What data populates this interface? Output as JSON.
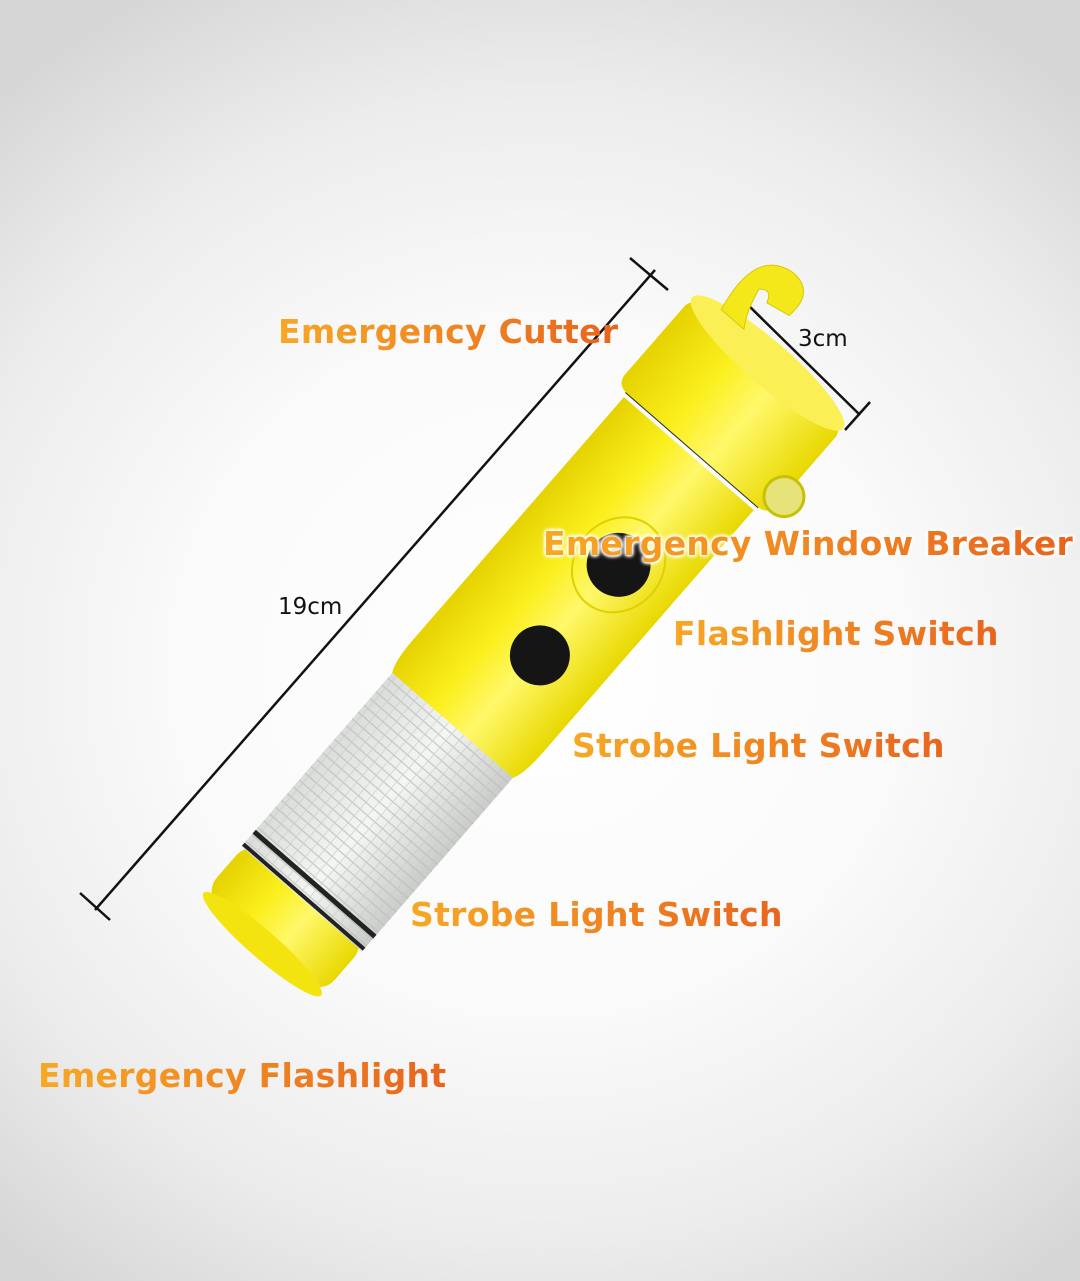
{
  "labels": {
    "cutter": "Emergency Cutter",
    "window_breaker": "Emergency Window Breaker",
    "flashlight_switch": "Flashlight Switch",
    "strobe_switch_1": "Strobe Light Switch",
    "strobe_switch_2": "Strobe Light Switch",
    "flashlight": "Emergency Flashlight"
  },
  "dimensions": {
    "length": "19cm",
    "width": "3cm"
  },
  "colors": {
    "body": "#f7ec16",
    "label_start": "#f7a824",
    "label_end": "#e8641e"
  }
}
